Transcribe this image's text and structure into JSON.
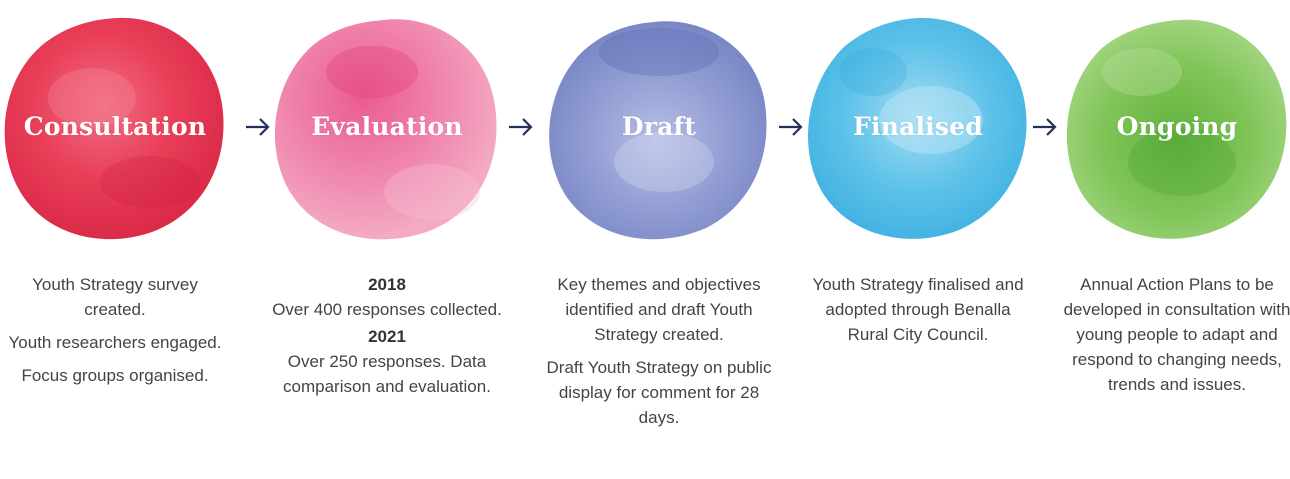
{
  "steps": [
    {
      "title": "Consultation",
      "color": "#e8334f",
      "paragraphs": [
        "Youth Strategy survey created.",
        "Youth researchers engaged.",
        "Focus groups organised."
      ]
    },
    {
      "title": "Evaluation",
      "color": "#ec6f9c",
      "sections": [
        {
          "year": "2018",
          "text": "Over 400 responses collected."
        },
        {
          "year": "2021",
          "text": "Over 250 responses. Data comparison and evaluation."
        }
      ]
    },
    {
      "title": "Draft",
      "color": "#7f8cc9",
      "paragraphs": [
        "Key themes and objectives identified and draft Youth Strategy created.",
        "Draft Youth Strategy on public display for comment for 28 days."
      ]
    },
    {
      "title": "Finalised",
      "color": "#47b7e4",
      "paragraphs": [
        "Youth Strategy finalised and adopted through Benalla Rural City Council."
      ]
    },
    {
      "title": "Ongoing",
      "color": "#74be47",
      "paragraphs": [
        "Annual Action Plans to be developed in consultation with young people to adapt and respond to changing needs, trends and issues."
      ]
    }
  ],
  "arrow_color": "#22305a",
  "text_color": "#444444"
}
